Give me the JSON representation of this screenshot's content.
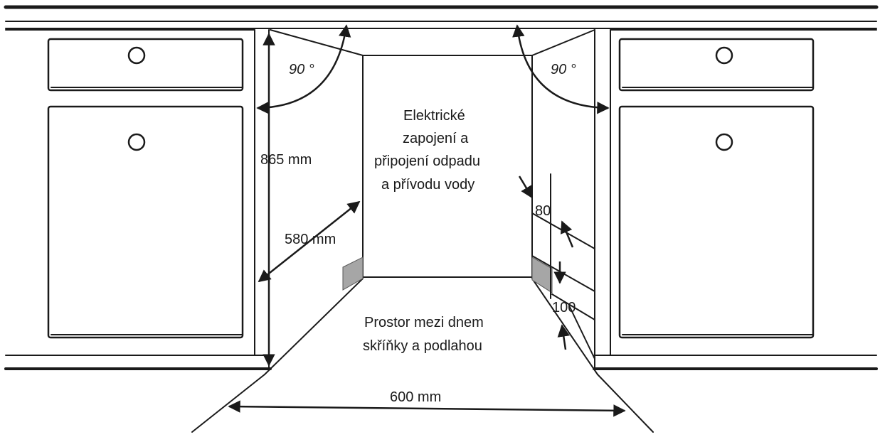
{
  "labels": {
    "angle_left": "90 °",
    "angle_right": "90 °",
    "height": "865 mm",
    "depth": "580 mm",
    "width": "600 mm",
    "connection_line1": "Elektrické",
    "connection_line2": "zapojení a",
    "connection_line3": "připojení odpadu",
    "connection_line4": "a přívodu vody",
    "gap_line1": "Prostor mezi dnem",
    "gap_line2": "skříňky a podlahou",
    "dim_80": "80",
    "dim_100": "100"
  },
  "colors": {
    "line": "#1a1a1a",
    "background": "#ffffff",
    "service_box": "#a6a6a6"
  }
}
